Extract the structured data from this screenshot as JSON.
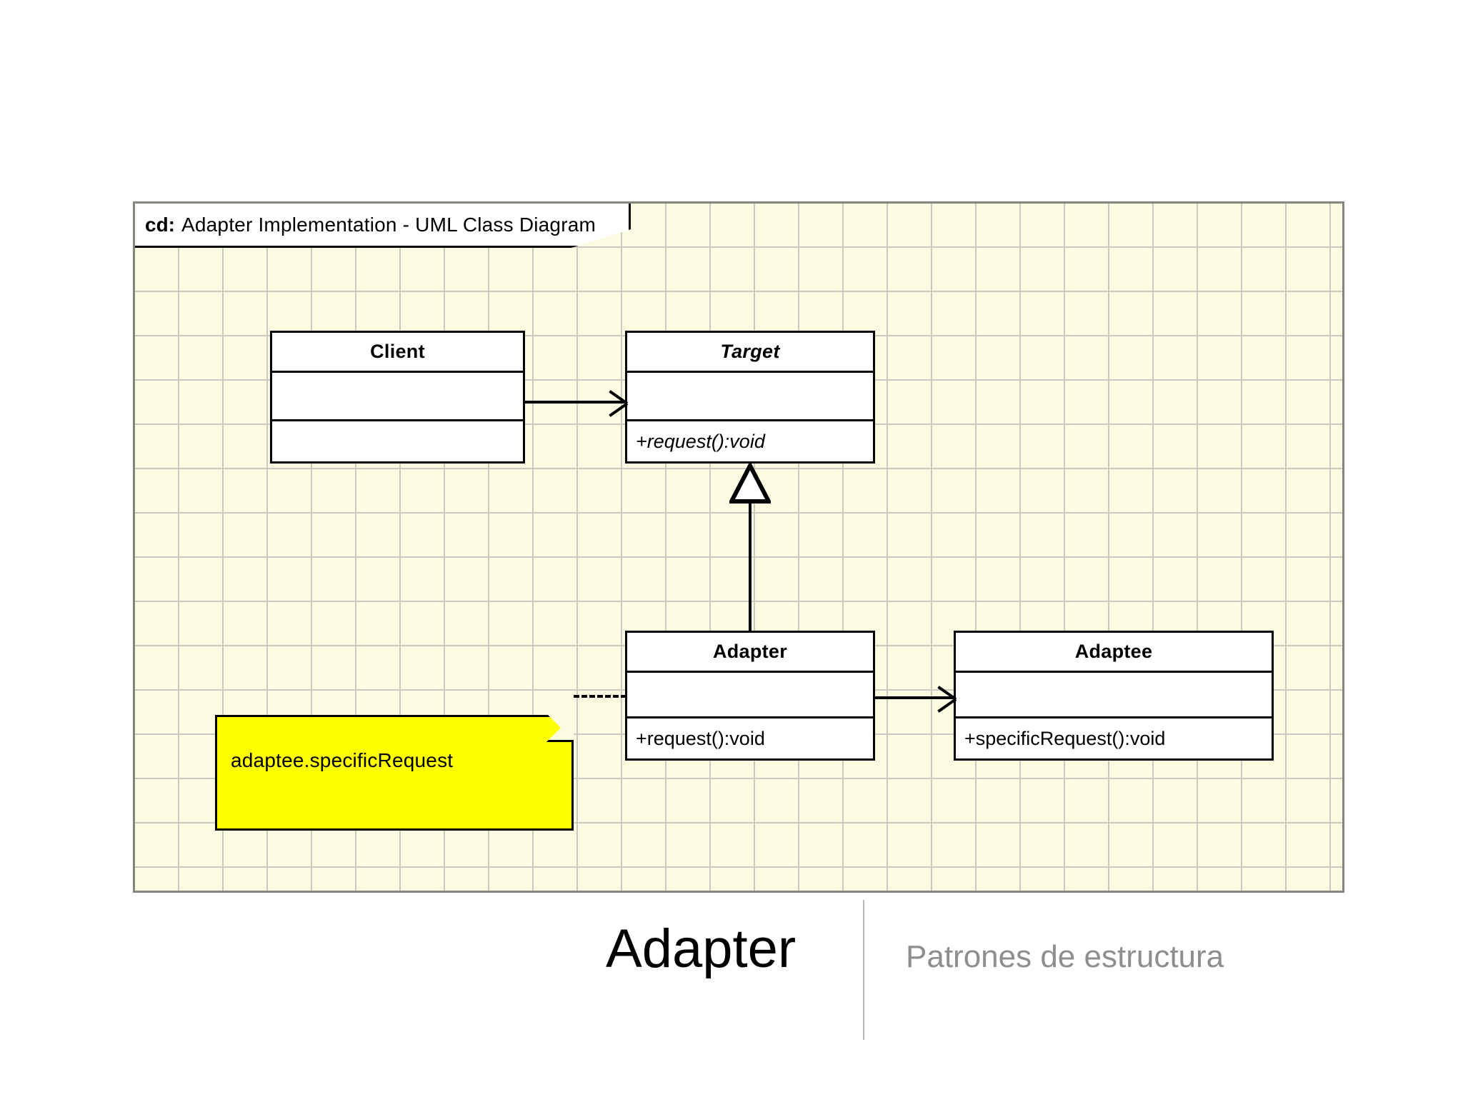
{
  "frame": {
    "kind_label": "cd:",
    "title": "Adapter Implementation - UML Class Diagram",
    "canvas_background": "#fbfbe2",
    "grid_color": "#c9c9c0",
    "border_color": "#85857d"
  },
  "classes": {
    "client": {
      "name": "Client",
      "abstract": false,
      "attributes": [],
      "operations": []
    },
    "target": {
      "name": "Target",
      "abstract": true,
      "attributes": [],
      "operations": [
        "+request():void"
      ],
      "operation_1": "+request():void"
    },
    "adapter": {
      "name": "Adapter",
      "abstract": false,
      "attributes": [],
      "operations": [
        "+request():void"
      ],
      "operation_1": "+request():void"
    },
    "adaptee": {
      "name": "Adaptee",
      "abstract": false,
      "attributes": [],
      "operations": [
        "+specificRequest():void"
      ],
      "operation_1": "+specificRequest():void"
    }
  },
  "note": {
    "text": "adaptee.specificRequest",
    "fill_color": "#ffff00",
    "attached_to": "adapter"
  },
  "relationships": [
    {
      "type": "association",
      "from": "Client",
      "to": "Target",
      "arrow": "open-arrowhead"
    },
    {
      "type": "generalization",
      "from": "Adapter",
      "to": "Target",
      "arrow": "hollow-triangle"
    },
    {
      "type": "association",
      "from": "Adapter",
      "to": "Adaptee",
      "arrow": "open-arrowhead"
    },
    {
      "type": "note-anchor",
      "from": "note",
      "to": "Adapter",
      "arrow": "dashed-line"
    }
  ],
  "footer": {
    "title": "Adapter",
    "subtitle": "Patrones de estructura",
    "title_color": "#000000",
    "subtitle_color": "#8e8e8e"
  }
}
